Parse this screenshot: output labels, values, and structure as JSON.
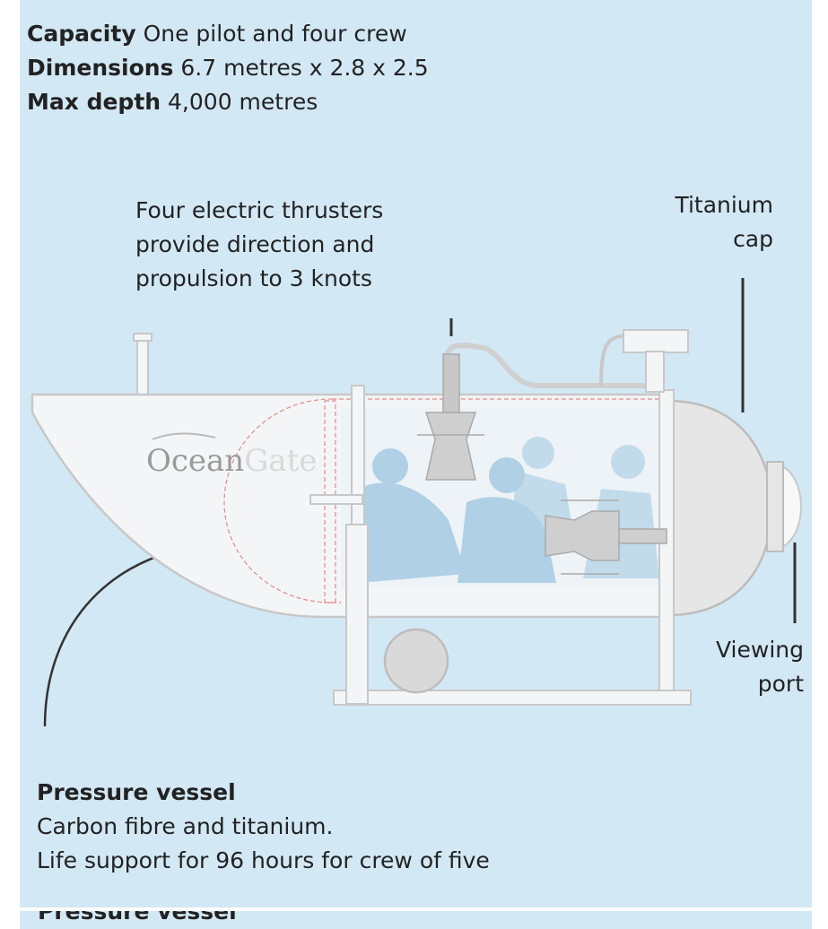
{
  "specs": [
    {
      "label": "Capacity",
      "value": "One pilot and four crew"
    },
    {
      "label": "Dimensions",
      "value": "6.7 metres x 2.8 x 2.5"
    },
    {
      "label": "Max depth",
      "value": "4,000 metres"
    }
  ],
  "annotations": {
    "thrusters": [
      "Four electric thrusters",
      "provide direction and",
      "propulsion to 3 knots"
    ],
    "titanium_cap": [
      "Titanium",
      "cap"
    ],
    "viewing_port": [
      "Viewing",
      "port"
    ],
    "pressure_vessel": {
      "title": "Pressure vessel",
      "lines": [
        "Carbon fibre and titanium.",
        "Life support for 96 hours for crew of five"
      ]
    }
  },
  "logo": "OceanGate",
  "cutoff_text": "Pressure vessel",
  "colors": {
    "background": "#d3e8f5",
    "hull": "#f4f5f6",
    "outline": "#c8c8c8",
    "silhouette": "#a9cde4"
  }
}
